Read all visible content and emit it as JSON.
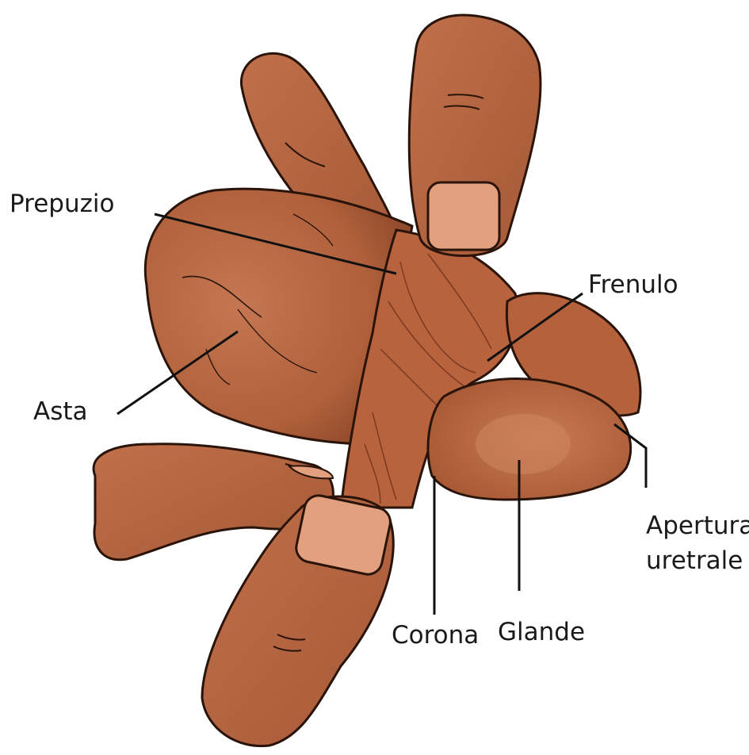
{
  "labels": {
    "prepuzio": "Prepuzio",
    "frenulo": "Frenulo",
    "asta": "Asta",
    "apertura_line1": "Apertura",
    "apertura_line2": "uretrale",
    "glande": "Glande",
    "corona": "Corona"
  },
  "colors": {
    "skin": "#b9643f",
    "skin_shadow": "#9e5232",
    "skin_highlight": "#d08860",
    "nail": "#e3a07f",
    "outline": "#2a140a"
  }
}
